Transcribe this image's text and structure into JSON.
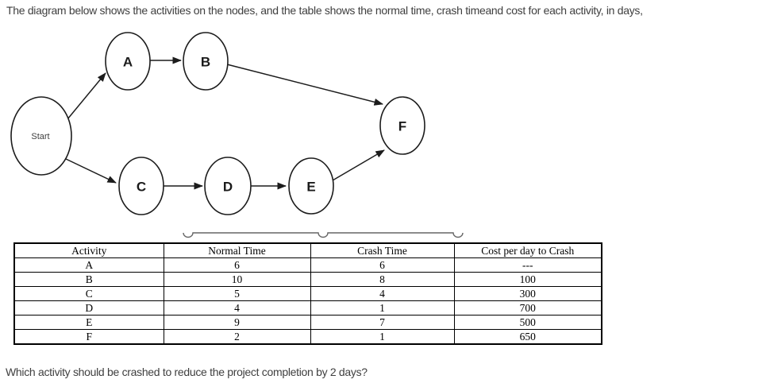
{
  "title": "The diagram below shows the activities on the nodes, and the table shows the normal time, crash timeand cost for each activity, in days,",
  "question": "Which activity should be crashed to reduce the project completion by 2 days?",
  "diagram": {
    "nodes": {
      "start": {
        "label": "Start"
      },
      "A": {
        "label": "A"
      },
      "B": {
        "label": "B"
      },
      "C": {
        "label": "C"
      },
      "D": {
        "label": "D"
      },
      "E": {
        "label": "E"
      },
      "F": {
        "label": "F"
      }
    },
    "edges": [
      "Start→A",
      "A→B",
      "B→F",
      "Start→C",
      "C→D",
      "D→E",
      "E→F"
    ]
  },
  "table": {
    "headers": [
      "Activity",
      "Normal Time",
      "Crash Time",
      "Cost per day to Crash"
    ],
    "rows": [
      [
        "A",
        "6",
        "6",
        "---"
      ],
      [
        "B",
        "10",
        "8",
        "100"
      ],
      [
        "C",
        "5",
        "4",
        "300"
      ],
      [
        "D",
        "4",
        "1",
        "700"
      ],
      [
        "E",
        "9",
        "7",
        "500"
      ],
      [
        "F",
        "2",
        "1",
        "650"
      ]
    ]
  },
  "colors": {
    "ink": "#1c1c1c",
    "body_text": "#3f3f3f",
    "table_border": "#000000",
    "brace": "#666666",
    "background": "#ffffff"
  }
}
